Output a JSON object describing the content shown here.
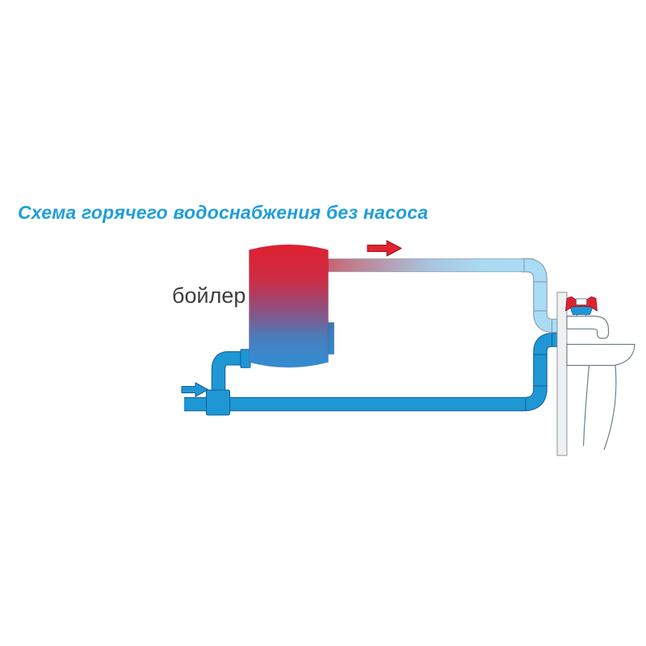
{
  "page": {
    "background": "#ffffff"
  },
  "title": {
    "text": "Схема горячего водоснабжения без насоса",
    "color": "#1f9ed9"
  },
  "boiler": {
    "label": "бойлер",
    "label_color": "#3d3d3d",
    "gradient_top": "#e11f2d",
    "gradient_bottom": "#2d90d8"
  },
  "pipes": {
    "hot_start_pink": "#cb5a69",
    "hot_light_blue": "#abdcf5",
    "hot_outline": "#7c93a5",
    "cold_blue": "#1f97d4",
    "cold_outline": "#0f5c9c"
  },
  "arrows": {
    "hot": {
      "icon": "hot-flow-arrow-icon",
      "direction": "right",
      "color": "#e02330"
    },
    "cold": {
      "icon": "cold-flow-arrow-icon",
      "direction": "right",
      "color": "#1f97d4"
    }
  },
  "fixtures": {
    "wall_fill": "#eef0f2",
    "outline": "#6f7f8a",
    "faucet_handle_hot": "#e02330",
    "faucet_handle_cold": "#1f97d4",
    "white": "#ffffff"
  }
}
